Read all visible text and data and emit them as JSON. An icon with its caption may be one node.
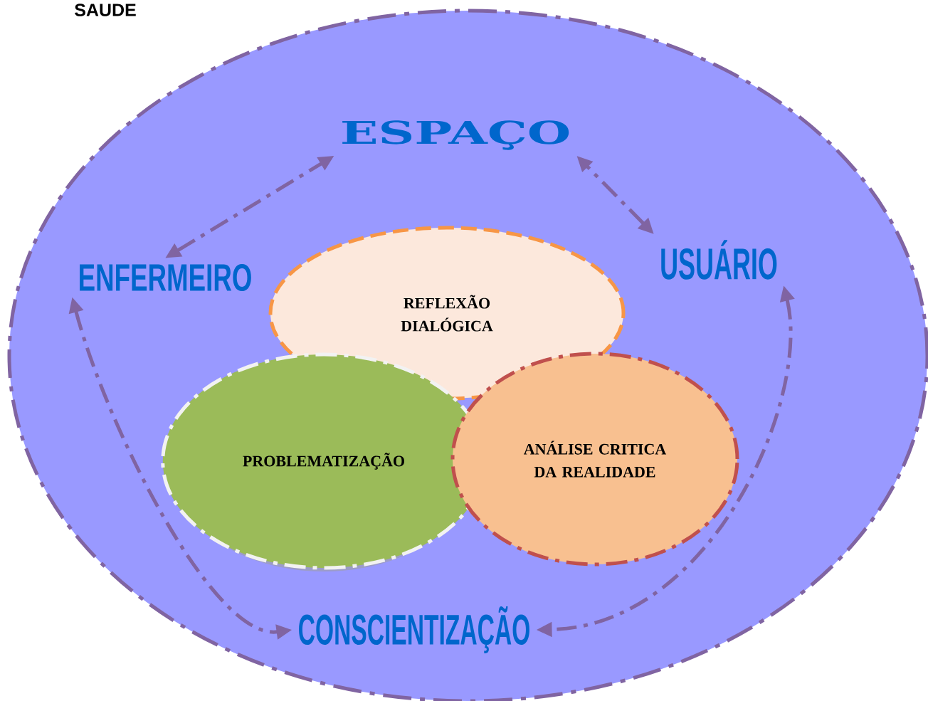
{
  "diagram": {
    "nodes": [
      {
        "text": [
          "SAUDE"
        ]
      },
      {
        "text": [
          "ESPAÇO"
        ],
        "in": 0
      },
      {
        "text": [
          "ENFERMEIRO"
        ],
        "in": 0
      },
      {
        "text": [
          "USUÁRIO"
        ],
        "in": 0
      },
      {
        "text": [
          "REFLEXÃO DIALÓGICA"
        ],
        "in": 0
      },
      {
        "text": [
          "PROBLEMATIZAÇÃO"
        ],
        "in": 0
      },
      {
        "text": [
          "ANÁLISE CRITICA DA REALIDADE"
        ],
        "in": 0
      },
      {
        "text": [
          "CONSCIENTIZAÇÃO"
        ],
        "in": 0
      }
    ],
    "edges": [
      {
        "from": 2,
        "to": 1,
        "arrow": "both"
      },
      {
        "from": 3,
        "to": 1,
        "arrow": "both"
      },
      {
        "from": 2,
        "to": 7,
        "arrow": "both"
      },
      {
        "from": 3,
        "to": 7,
        "arrow": "both"
      }
    ]
  }
}
